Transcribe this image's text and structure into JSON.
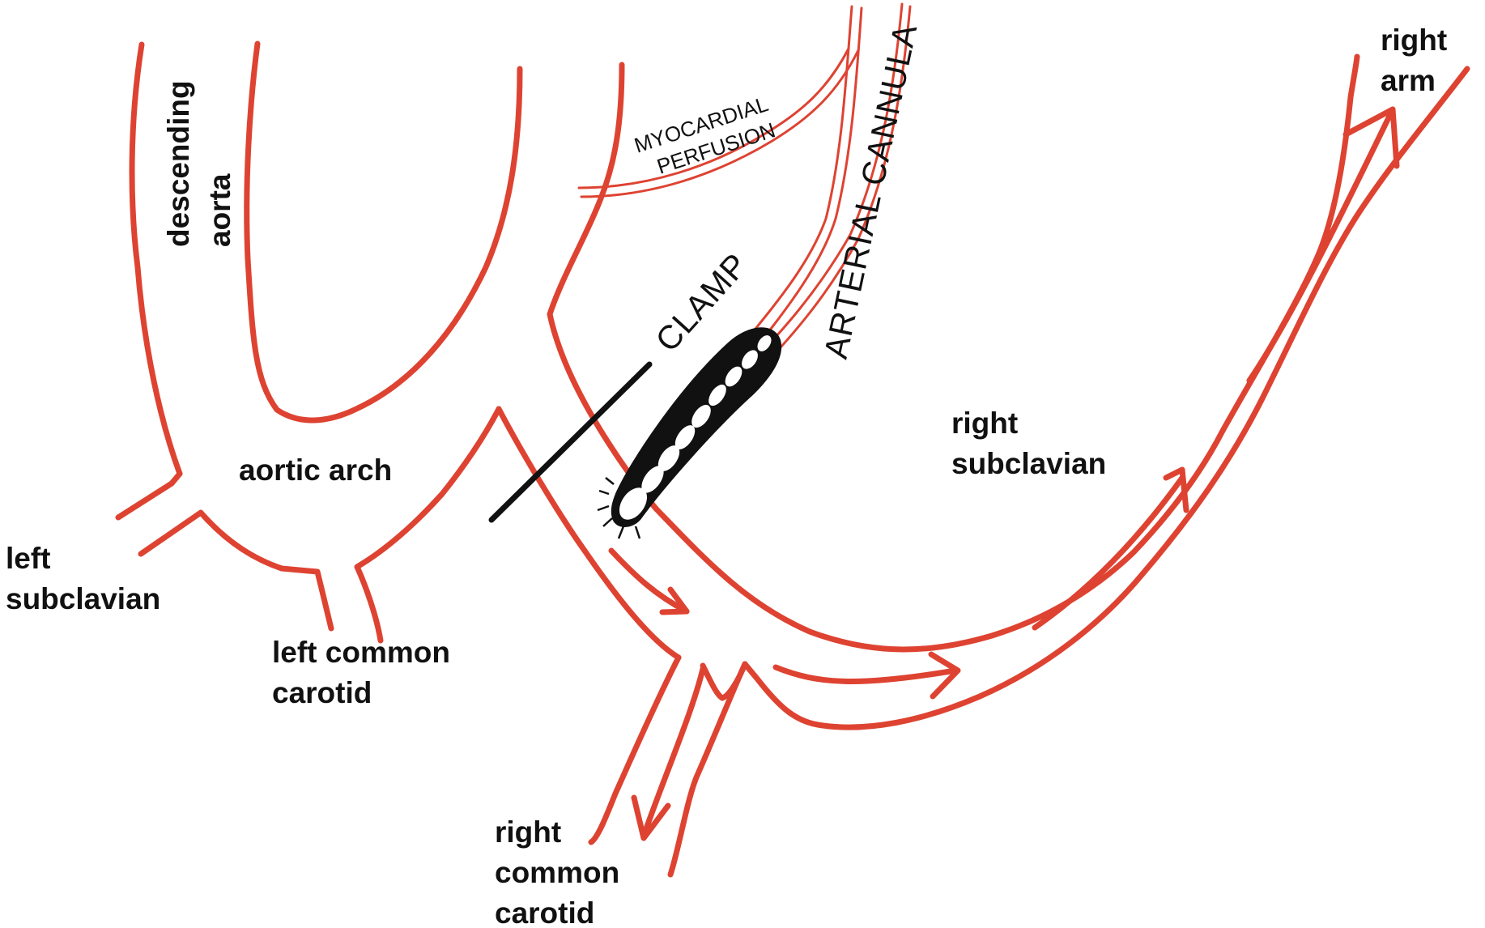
{
  "colors": {
    "vessel": "#de4332",
    "clamp": "#111111",
    "text": "#111111"
  },
  "labels": {
    "descending_aorta": [
      "descending",
      "aorta"
    ],
    "aortic_arch": "aortic arch",
    "left_subclavian": [
      "left",
      "subclavian"
    ],
    "left_common_carotid": [
      "left common",
      "carotid"
    ],
    "right_common_carotid": [
      "right",
      "common",
      "carotid"
    ],
    "right_subclavian": [
      "right",
      "subclavian"
    ],
    "right_arm": [
      "right",
      "arm"
    ],
    "myocardial_perfusion": [
      "MYOCARDIAL",
      "PERFUSION"
    ],
    "arterial_cannula": "ARTERIAL CANNULA",
    "clamp": "CLAMP"
  }
}
